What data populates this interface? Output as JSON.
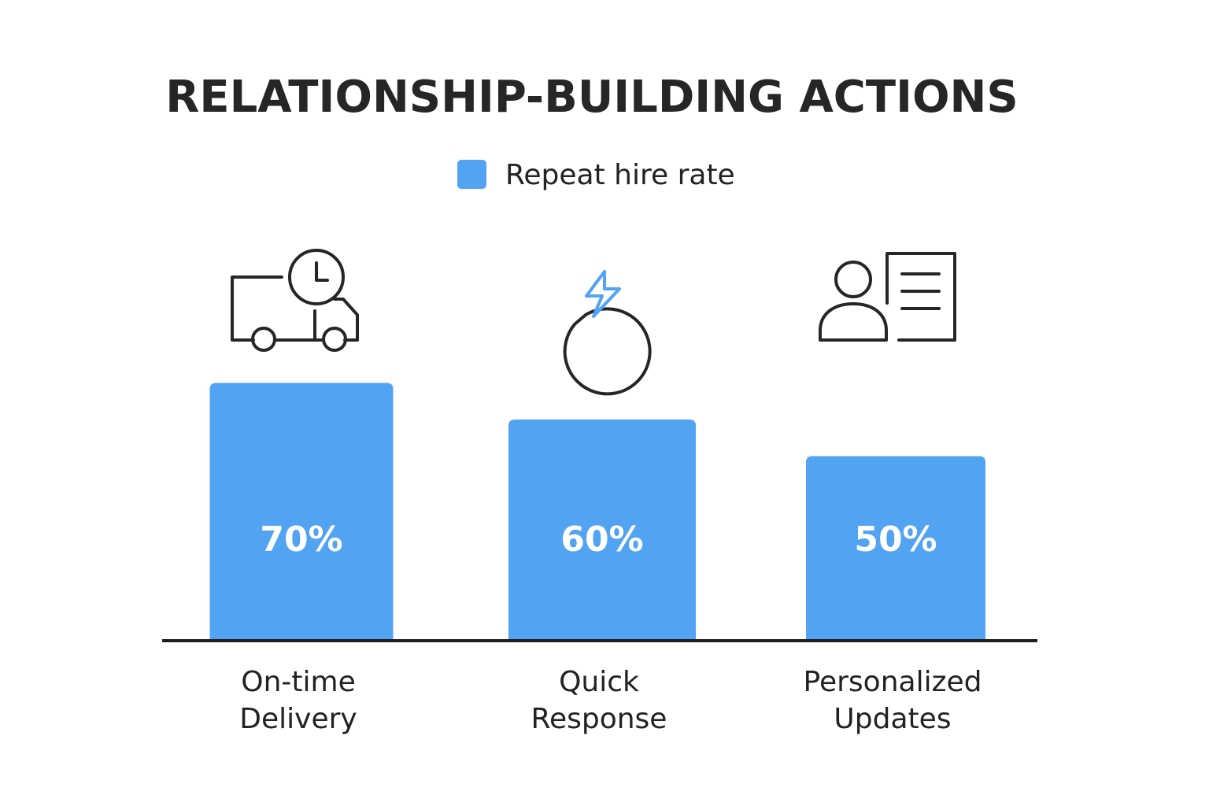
{
  "chart_data": {
    "type": "bar",
    "title": "RELATIONSHIP-BUILDING ACTIONS",
    "legend": {
      "position": "top",
      "entries": [
        {
          "label": "Repeat hire rate",
          "color": "#53a3f3"
        }
      ]
    },
    "categories": [
      [
        "On-time",
        "Delivery"
      ],
      [
        "Quick",
        "Response"
      ],
      [
        "Personalized",
        "Updates"
      ]
    ],
    "series": [
      {
        "name": "Repeat hire rate",
        "color": "#53a3f3",
        "values": [
          70,
          60,
          50
        ],
        "data_labels": [
          "70%",
          "60%",
          "50%"
        ]
      }
    ],
    "icons": [
      "delivery-truck-clock-icon",
      "lightning-chat-icon",
      "user-document-icon"
    ],
    "ylim": [
      0,
      100
    ],
    "xlabel": "",
    "ylabel": "",
    "grid": false
  }
}
